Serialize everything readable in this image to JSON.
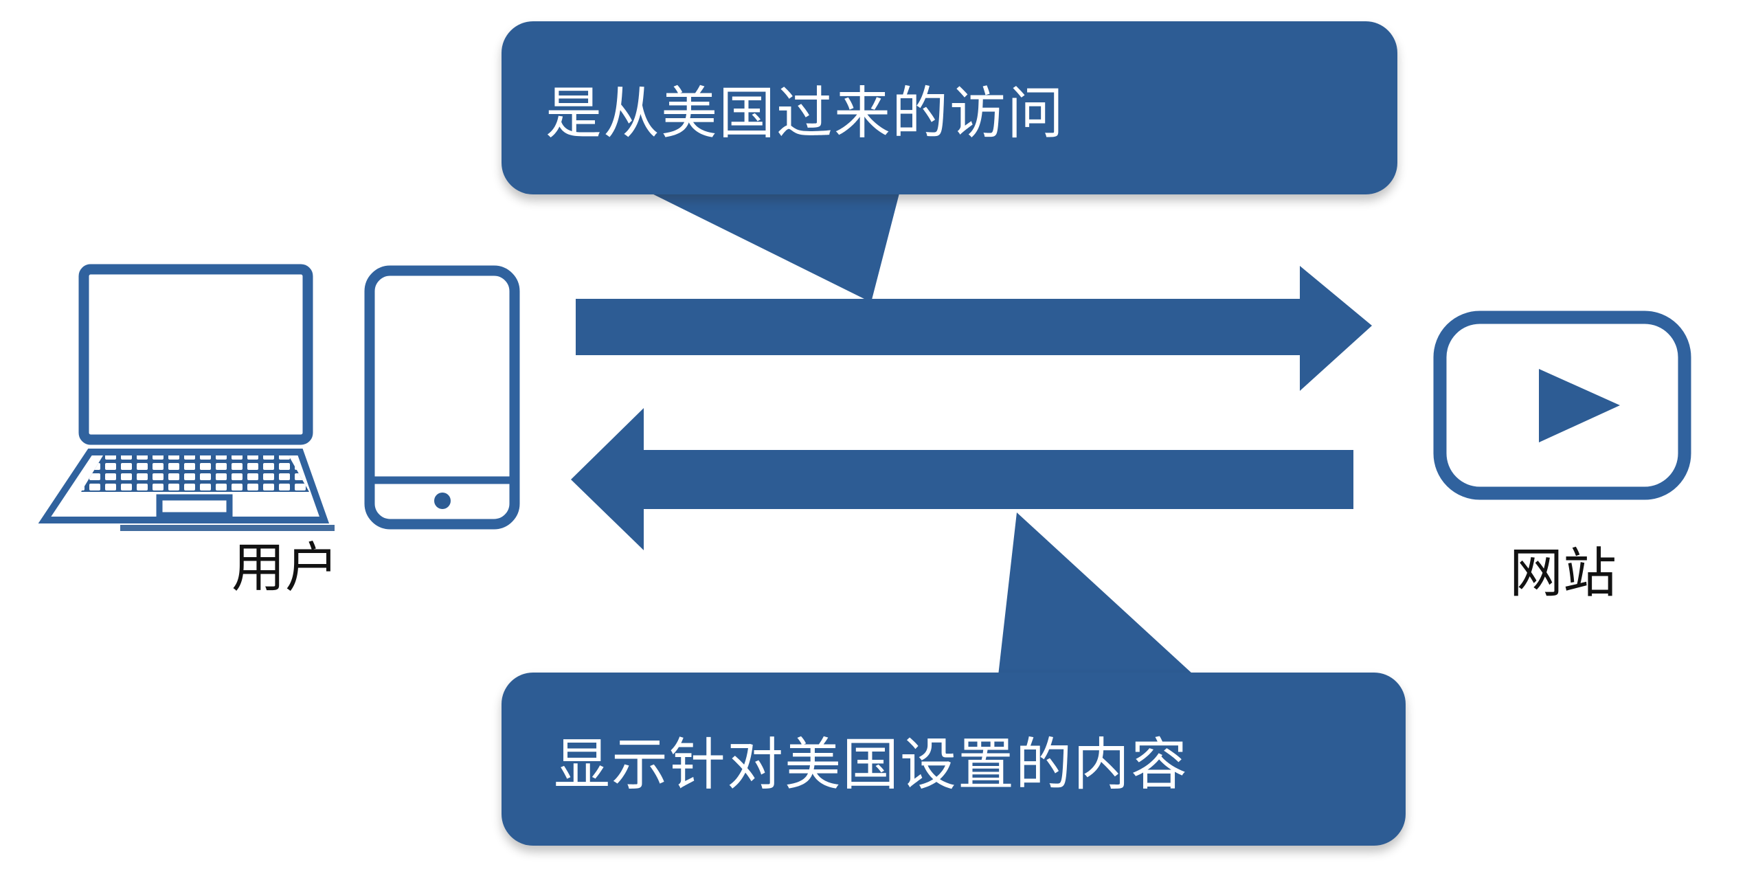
{
  "diagram": {
    "top_bubble": {
      "text": "是从美国过来的访问"
    },
    "bottom_bubble": {
      "text": "显示针对美国设置的内容"
    },
    "labels": {
      "user": "用户",
      "website": "网站"
    },
    "icons": {
      "user_devices": [
        "laptop-icon",
        "smartphone-icon"
      ],
      "website": "play-video-icon",
      "request": "arrow-right-icon",
      "response": "arrow-left-icon"
    },
    "colors": {
      "primary_blue": "#2d5c94",
      "outline_blue": "#30629e",
      "bubble_text": "#ffffff",
      "label_text": "#121212",
      "background": "#ffffff"
    }
  }
}
